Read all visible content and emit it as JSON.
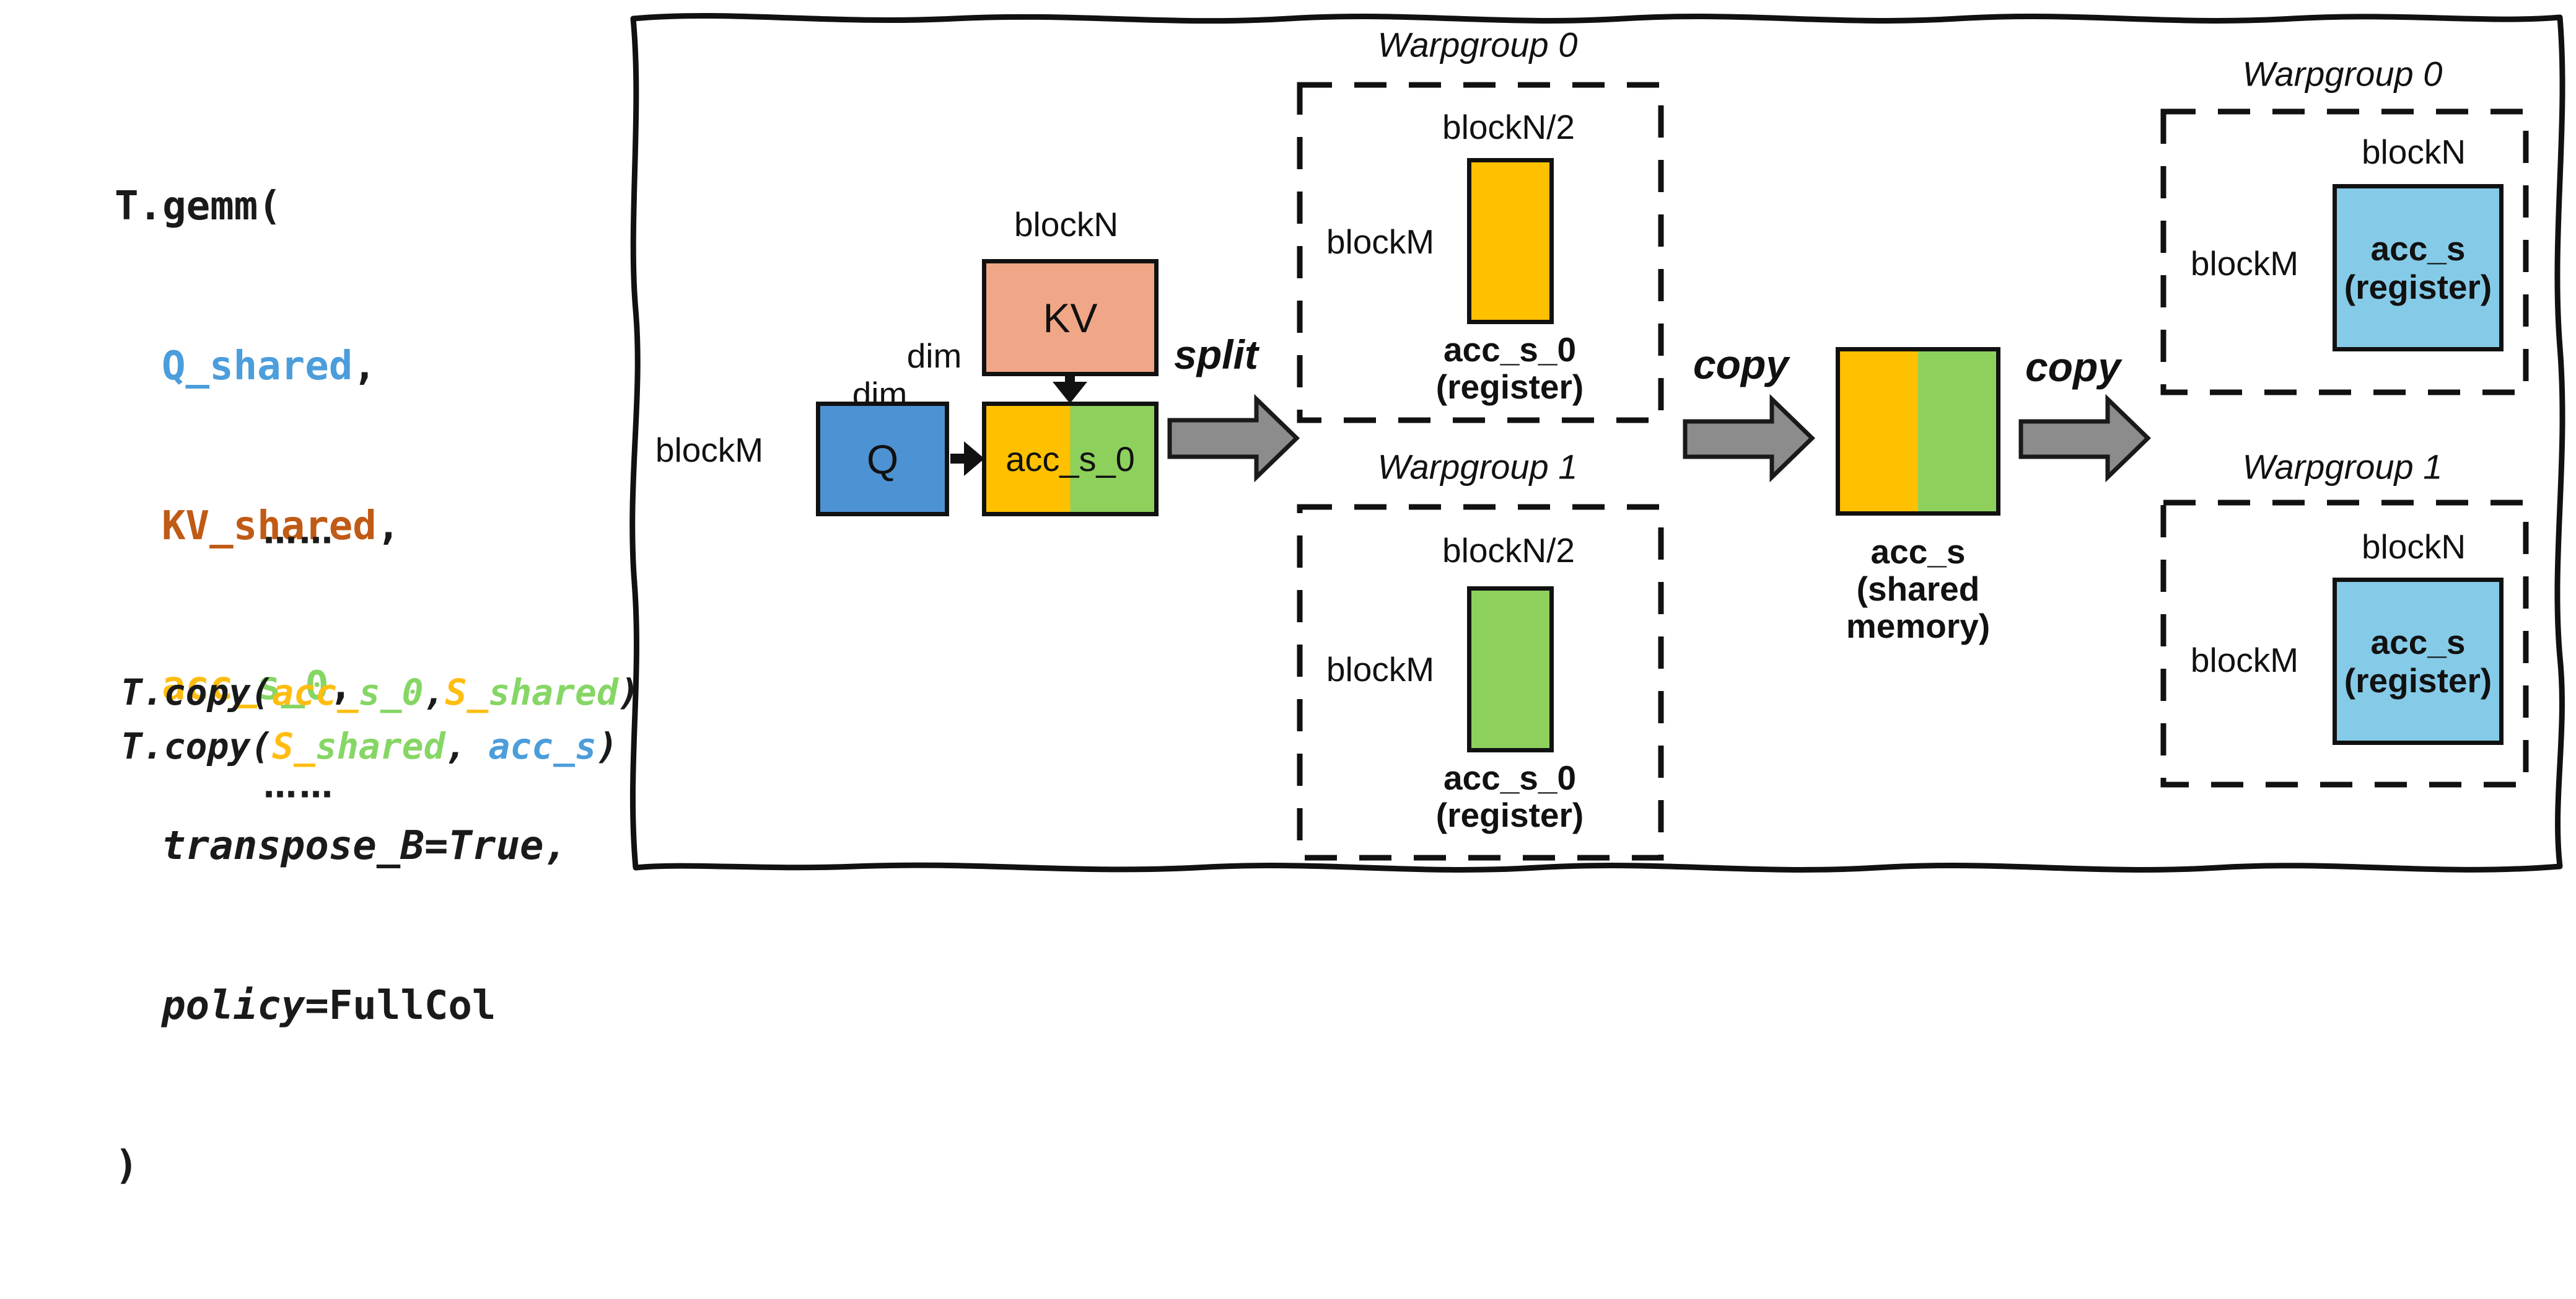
{
  "palette": {
    "code_blue": "#4C9DDB",
    "code_dark_orange": "#C05A15",
    "code_gold": "#FFBD11",
    "code_green": "#86D665",
    "q_box_blue": "#4D92D3",
    "kv_box_salmon": "#F0A787",
    "acc_gold": "#FFC000",
    "acc_green": "#8DD15C",
    "register_light_blue": "#85CBE8",
    "arrow_gray": "#8C8C8C"
  },
  "code": {
    "gemm": [
      [
        {
          "t": "T.gemm("
        }
      ],
      [
        {
          "t": "Q_shared"
        },
        {
          "t": ","
        }
      ],
      [
        {
          "t": "KV_shared"
        },
        {
          "t": ","
        }
      ],
      [
        {
          "t": "acc_"
        },
        {
          "t": "s_0"
        },
        {
          "t": ","
        }
      ],
      [
        {
          "t": "transpose_B=True,"
        }
      ],
      [
        {
          "t": "policy"
        },
        {
          "t": "=FullCol"
        }
      ],
      [
        {
          "t": ")"
        }
      ]
    ],
    "dots1": "……",
    "copy": [
      [
        {
          "t": "T.copy("
        },
        {
          "t": "acc_"
        },
        {
          "t": "s_0"
        },
        {
          "t": ","
        },
        {
          "t": "S_"
        },
        {
          "t": "shared"
        },
        {
          "t": ")"
        }
      ],
      [
        {
          "t": "T.copy("
        },
        {
          "t": "S_"
        },
        {
          "t": "shared"
        },
        {
          "t": ", "
        },
        {
          "t": "acc_s"
        },
        {
          "t": ")"
        }
      ]
    ],
    "dots2": "……"
  },
  "diagram": {
    "matmul": {
      "blockN": "blockN",
      "dim_kv": "dim",
      "dim_q": "dim",
      "blockM": "blockM",
      "q_label": "Q",
      "kv_label": "KV",
      "acc_label": "acc_s_0"
    },
    "split_label": "split",
    "copy_label_1": "copy",
    "copy_label_2": "copy",
    "mid_wg0": {
      "title": "Warpgroup 0",
      "blockN": "blockN/2",
      "blockM": "blockM",
      "tensor": "acc_s_0",
      "location": "(register)"
    },
    "mid_wg1": {
      "title": "Warpgroup 1",
      "blockN": "blockN/2",
      "blockM": "blockM",
      "tensor": "acc_s_0",
      "location": "(register)"
    },
    "shared": {
      "tensor": "acc_s",
      "loc_line1": "(shared",
      "loc_line2": "memory)"
    },
    "right_wg0": {
      "title": "Warpgroup 0",
      "blockN": "blockN",
      "blockM": "blockM",
      "tensor": "acc_s",
      "location": "(register)"
    },
    "right_wg1": {
      "title": "Warpgroup 1",
      "blockN": "blockN",
      "blockM": "blockM",
      "tensor": "acc_s",
      "location": "(register)"
    }
  }
}
